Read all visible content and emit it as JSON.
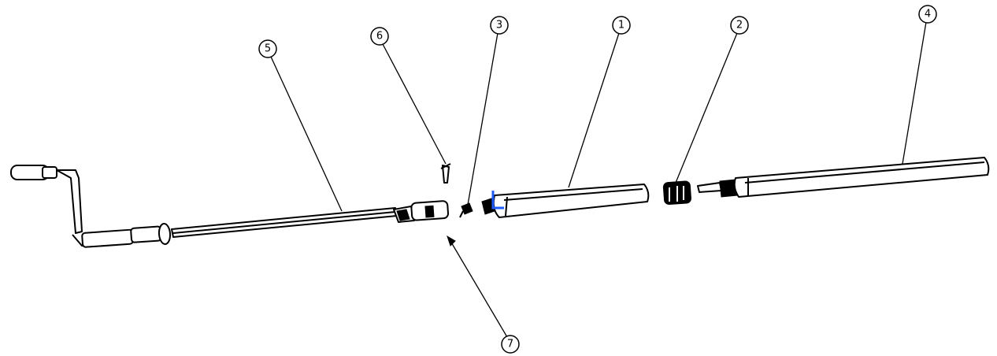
{
  "diagram": {
    "type": "exploded-assembly-drawing",
    "callouts": [
      {
        "id": "balloon-1",
        "label": "1"
      },
      {
        "id": "balloon-2",
        "label": "2"
      },
      {
        "id": "balloon-3",
        "label": "3"
      },
      {
        "id": "balloon-4",
        "label": "4"
      },
      {
        "id": "balloon-5",
        "label": "5"
      },
      {
        "id": "balloon-6",
        "label": "6"
      },
      {
        "id": "balloon-7",
        "label": "7"
      }
    ],
    "colors": {
      "line": "#000000",
      "background": "#ffffff",
      "accent": "#1e5bff"
    }
  }
}
